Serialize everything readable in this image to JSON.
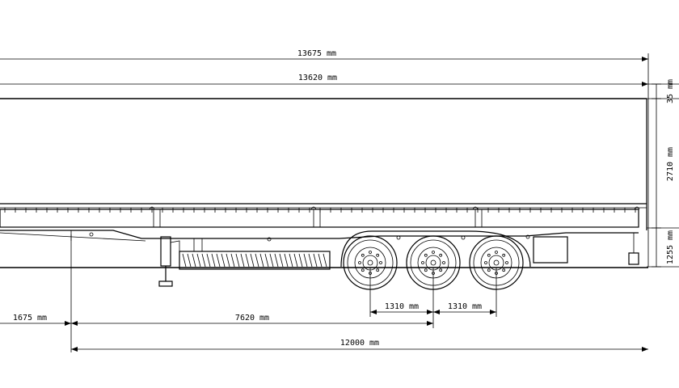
{
  "dimensions": {
    "overall_length": "13675 mm",
    "body_length": "13620 mm",
    "roof_height": "35 mm",
    "body_height": "2710 mm",
    "deck_height": "1255 mm",
    "front_overhang": "1675 mm",
    "kingpin_to_axle": "7620 mm",
    "axle_spacing_1": "1310 mm",
    "axle_spacing_2": "1310 mm",
    "total_length": "12000 mm"
  }
}
